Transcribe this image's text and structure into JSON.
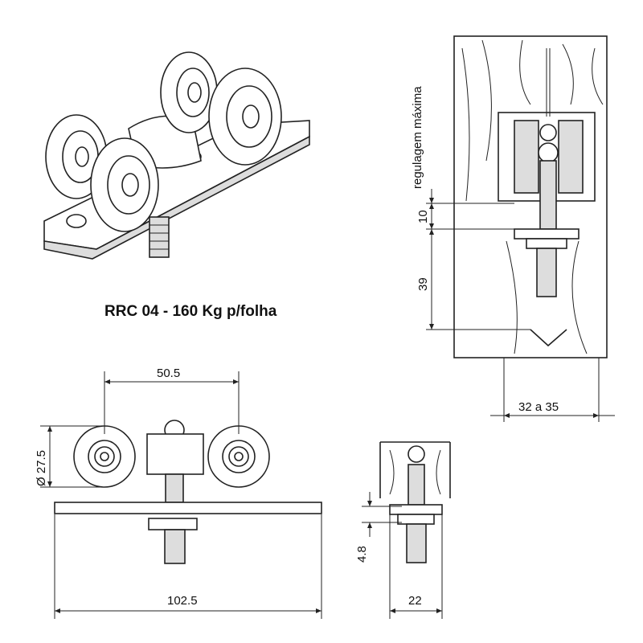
{
  "title": "RRC 04 - 160 Kg p/folha",
  "dimensions": {
    "regulagem": "regulagem  máxima",
    "ten": "10",
    "thirty_nine": "39",
    "width_range": "32  a  35",
    "wheel_spacing": "50.5",
    "wheel_diameter": "Ø 27.5",
    "total_length": "102.5",
    "height_small": "4.8",
    "side_width": "22"
  }
}
